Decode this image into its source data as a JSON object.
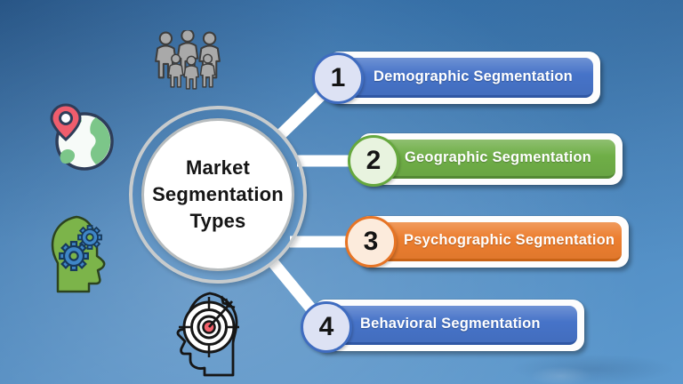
{
  "center": {
    "title_lines": [
      "Market",
      "Segmentation",
      "Types"
    ],
    "title": "Market Segmentation Types"
  },
  "items": [
    {
      "number": "1",
      "label": "Demographic Segmentation",
      "bar_color": "#4673c8",
      "bar_dark": "#2f57a4",
      "circle_fill": "#dde2f4",
      "circle_border": "#3f6cc0",
      "icon": "people-group-icon"
    },
    {
      "number": "2",
      "label": "Geographic Segmentation",
      "bar_color": "#6fae47",
      "bar_dark": "#538934",
      "circle_fill": "#e8f3df",
      "circle_border": "#66a83e",
      "icon": "globe-location-icon"
    },
    {
      "number": "3",
      "label": "Psychographic Segmentation",
      "bar_color": "#ec7e2f",
      "bar_dark": "#c96316",
      "circle_fill": "#fcebdc",
      "circle_border": "#e67425",
      "icon": "head-gears-icon"
    },
    {
      "number": "4",
      "label": "Behavioral Segmentation",
      "bar_color": "#4673c8",
      "bar_dark": "#2f57a4",
      "circle_fill": "#dde2f4",
      "circle_border": "#3f6cc0",
      "icon": "head-target-icon"
    }
  ],
  "colors": {
    "background_dark": "#2e6399",
    "background_light": "#5c99ce",
    "connector": "#ffffff",
    "center_ring": "#c7cbcd",
    "center_fill": "#ffffff",
    "title_text": "#151515",
    "label_text": "#ffffff"
  }
}
